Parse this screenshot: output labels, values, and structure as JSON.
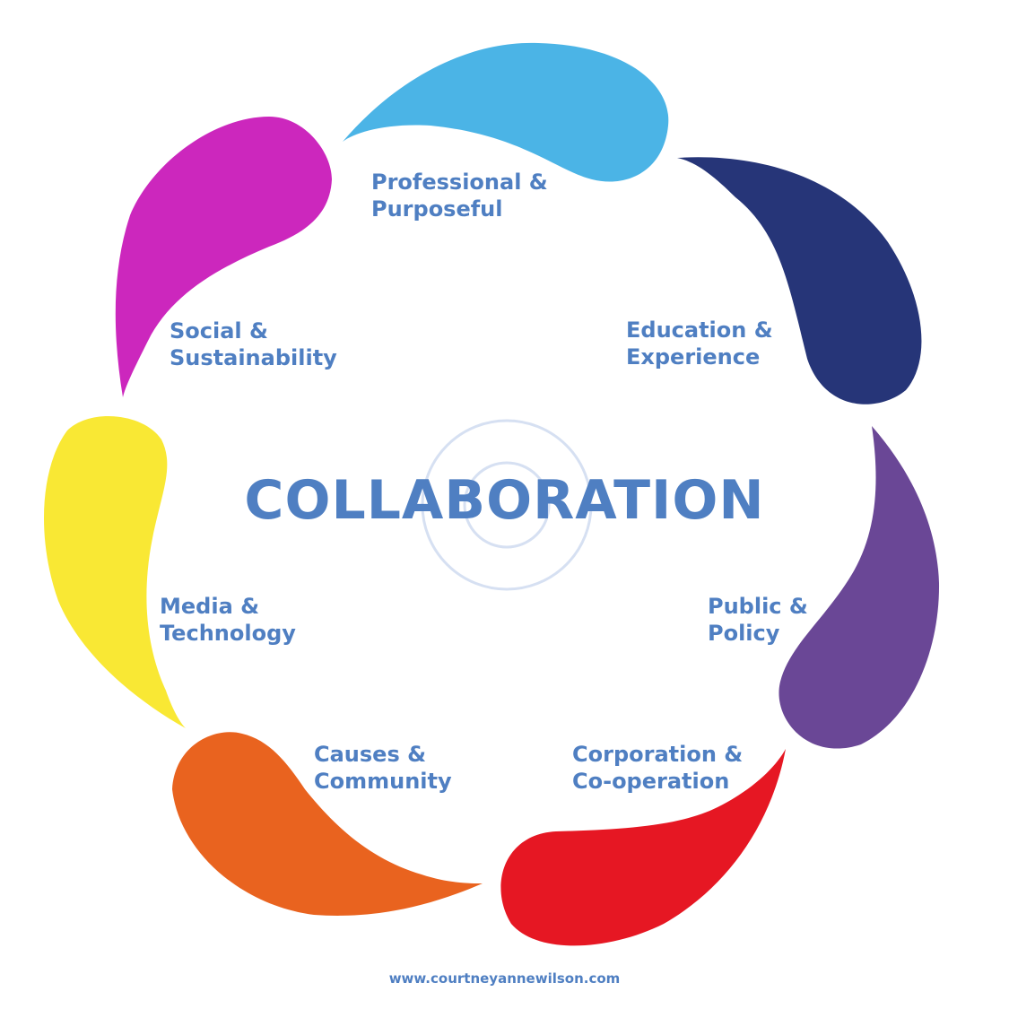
{
  "title": "COLLABORATION",
  "footer": "www.courtneyannewilson.com",
  "colors": {
    "text": "#4f7fc2",
    "rings": "#d6e0f2"
  },
  "petals": [
    {
      "name": "professional",
      "color": "#4bb4e6",
      "line1": "Professional &",
      "line2": "Purposeful"
    },
    {
      "name": "education",
      "color": "#263578",
      "line1": "Education &",
      "line2": "Experience"
    },
    {
      "name": "public",
      "color": "#6a4796",
      "line1": "Public &",
      "line2": "Policy"
    },
    {
      "name": "corporation",
      "color": "#e61723",
      "line1": "Corporation &",
      "line2": "Co-operation"
    },
    {
      "name": "causes",
      "color": "#e9631f",
      "line1": "Causes &",
      "line2": "Community"
    },
    {
      "name": "media",
      "color": "#f9e834",
      "line1": "Media &",
      "line2": "Technology"
    },
    {
      "name": "social",
      "color": "#cc27bd",
      "line1": "Social &",
      "line2": "Sustainability"
    }
  ]
}
